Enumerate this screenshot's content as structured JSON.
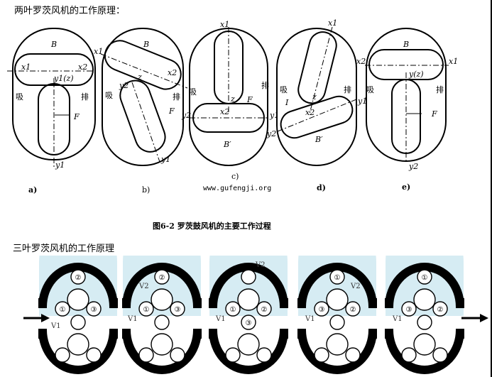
{
  "heading_two_lobe": "两叶罗茨风机的工作原理：",
  "heading_three_lobe": "三叶罗茨风机的工作原理",
  "figure_caption": "图6-2   罗茨鼓风机的主要工作过程",
  "watermark": "www.gufengji.org",
  "two_lobe_panels": [
    {
      "label": "a)",
      "B": "B",
      "x1": "x1",
      "x2": "x2",
      "y": "y1(z)",
      "y1": "y1",
      "suction": "吸",
      "discharge": "排",
      "F": "F"
    },
    {
      "label": "b)",
      "B": "B",
      "x1": "x1",
      "x2": "x2",
      "z": "z",
      "y2": "y2",
      "y1": "y1",
      "suction": "吸",
      "discharge": "排",
      "F": "F",
      "suction2": "吸"
    },
    {
      "label": "c)",
      "x1": "x1",
      "z": "z",
      "x2": "x2",
      "y2": "y2",
      "y1": "y1",
      "F": "F",
      "discharge": "排",
      "Bp": "B′"
    },
    {
      "label": "d)",
      "x1": "x1",
      "z": "z",
      "x2": "x2",
      "y2": "y2",
      "y1": "y1",
      "I": "I",
      "suction": "吸",
      "discharge": "排",
      "Bp": "B′"
    },
    {
      "label": "e)",
      "B": "B",
      "x1": "x1",
      "x2": "x2",
      "y": "y(z)",
      "y2": "y2",
      "suction": "吸",
      "discharge": "排",
      "F": "F"
    }
  ],
  "three_lobe_stages": [
    {
      "volumes": [
        "V1"
      ],
      "lobes": [
        "①",
        "②",
        "③"
      ]
    },
    {
      "volumes": [
        "V1",
        "V2"
      ],
      "lobes": [
        "①",
        "②",
        "③"
      ]
    },
    {
      "volumes": [
        "V1",
        "V2"
      ],
      "lobes": [
        "①",
        "②",
        "③"
      ]
    },
    {
      "volumes": [
        "V1",
        "V2"
      ],
      "lobes": [
        "①",
        "②",
        "③"
      ]
    },
    {
      "volumes": [
        "V1"
      ],
      "lobes": [
        "①",
        "②",
        "③"
      ]
    }
  ],
  "colors": {
    "air": "#d6ecf3",
    "ink": "#000000"
  }
}
